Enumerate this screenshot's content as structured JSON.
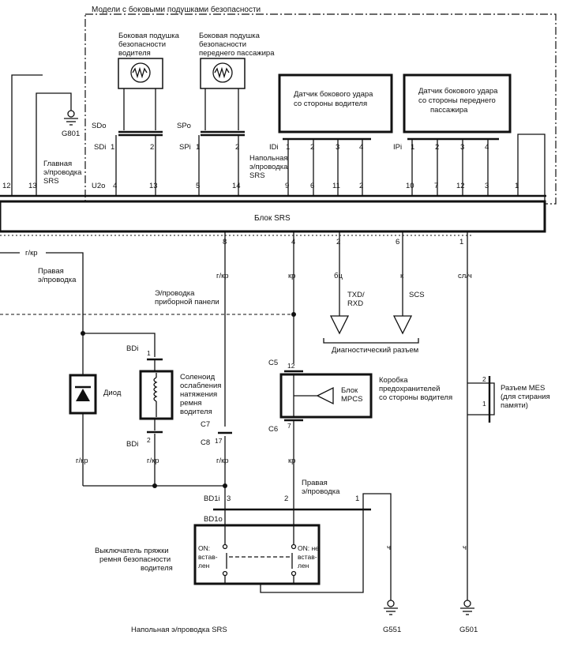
{
  "header": {
    "side_airbag_models": "Модели с боковыми подушками безопасности"
  },
  "components": {
    "driver_side_airbag": [
      "Боковая подушка",
      "безопасности",
      "водителя"
    ],
    "passenger_side_airbag": [
      "Боковая подушка",
      "безопасности",
      "переднего пассажира"
    ],
    "driver_impact_sensor": [
      "Датчик бокового удара",
      "со стороны водителя"
    ],
    "passenger_impact_sensor": [
      "Датчик бокового удара",
      "со стороны переднего",
      "пассажира"
    ],
    "srs_unit": "Блок SRS",
    "diode": "Диод",
    "solenoid": [
      "Соленоид",
      "ослабления",
      "натяжения",
      "ремня",
      "водителя"
    ],
    "mpcs_unit": [
      "Блок",
      "MPCS"
    ],
    "fuse_box": [
      "Коробка",
      "предохранителей",
      "со стороны водителя"
    ],
    "mes_connector": [
      "Разъем MES",
      "(для стирания",
      "памяти)"
    ],
    "buckle_switch": [
      "Выключатель пряжки",
      "ремня безопасности",
      "водителя"
    ],
    "switch_on_inserted": [
      "ON:",
      "встав-",
      "лен"
    ],
    "switch_on_not_inserted": [
      "ON: не",
      "встав-",
      "лен"
    ],
    "diagnostic_connector": "Диагностический разъем"
  },
  "harness_labels": {
    "main_srs": [
      "Главная",
      "э/проводка",
      "SRS"
    ],
    "floor_srs_upper": [
      "Напольная",
      "э/проводка",
      "SRS"
    ],
    "right_harness_left": [
      "Правая",
      "э/проводка"
    ],
    "instrument_panel": [
      "Э/проводка",
      "приборной панели"
    ],
    "right_harness_lower": [
      "Правая",
      "э/проводка"
    ],
    "floor_srs_bottom": "Напольная э/проводка SRS"
  },
  "connectors": {
    "SDo": "SDo",
    "SDi": "SDi",
    "SPo": "SPo",
    "SPi": "SPi",
    "IDi": "IDi",
    "IPi": "IPi",
    "U2o": "U2o",
    "BDi_top": "BDi",
    "BDi_bottom": "BDi",
    "C5": "C5",
    "C6": "C6",
    "C7": "C7",
    "C8": "C8",
    "BD1i": "BD1i",
    "BD1o": "BD1o"
  },
  "grounds": {
    "g801": "G801",
    "g551": "G551",
    "g501": "G501"
  },
  "signals": {
    "txd_rxd": [
      "TXD/",
      "RXD"
    ],
    "scs": "SCS"
  },
  "wire_colors": {
    "left_top": "г/кр",
    "pin8": "г/кр",
    "pin4": "кр",
    "pin2": "бц",
    "pin6": "к",
    "pin1": "сл/ч",
    "diode_bottom": "г/кр",
    "solenoid_bottom": "г/кр",
    "c8_bottom": "г/кр",
    "mpcs_bottom": "кр",
    "g551_wire": "ч",
    "g501_wire": "ч"
  },
  "pins": {
    "sdi": [
      "1",
      "2"
    ],
    "spi": [
      "1",
      "2"
    ],
    "idi": [
      "1",
      "2",
      "3",
      "4"
    ],
    "ipi": [
      "1",
      "2",
      "3",
      "4"
    ],
    "u2o_row": [
      "12",
      "13",
      "4",
      "13",
      "5",
      "14",
      "9",
      "6",
      "11",
      "2",
      "10",
      "7",
      "12",
      "3",
      "1"
    ],
    "srs_bottom": [
      "8",
      "4",
      "2",
      "6",
      "1"
    ],
    "bdi_top": "1",
    "bdi_bottom": "2",
    "c5": "12",
    "c6": "7",
    "c8": "17",
    "bd1i": [
      "3",
      "2",
      "1"
    ],
    "mes": [
      "2",
      "1"
    ]
  }
}
